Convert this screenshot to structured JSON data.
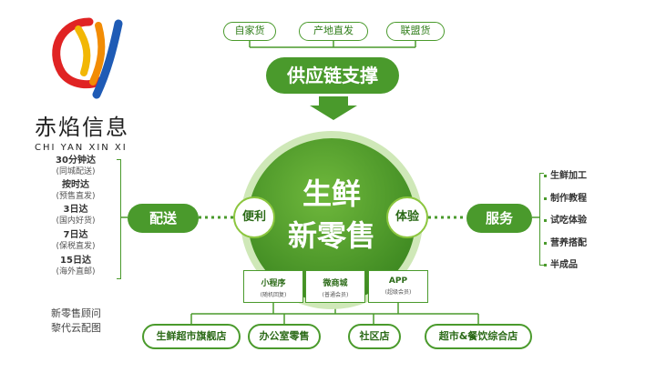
{
  "logo": {
    "cn": "赤焰信息",
    "en": "CHI YAN XIN XI"
  },
  "top_sources": [
    "自家货",
    "产地直发",
    "联盟货"
  ],
  "supply": "供应链支撑",
  "center": {
    "line1": "生鲜",
    "line2": "新零售"
  },
  "side_left_circle": "便利",
  "side_right_circle": "体验",
  "left_main": "配送",
  "right_main": "服务",
  "delivery": [
    {
      "title": "30分钟达",
      "desc": "(同城配送)"
    },
    {
      "title": "按时达",
      "desc": "(预售直发)"
    },
    {
      "title": "3日达",
      "desc": "(国内好货)"
    },
    {
      "title": "7日达",
      "desc": "(保税直发)"
    },
    {
      "title": "15日达",
      "desc": "(海外直邮)"
    }
  ],
  "services": [
    "生鲜加工",
    "制作教程",
    "试吃体验",
    "营养搭配",
    "半成品"
  ],
  "channels": [
    {
      "name": "小程序",
      "sub": "(随机回复)"
    },
    {
      "name": "微商城",
      "sub": "(普通会员)"
    },
    {
      "name": "APP",
      "sub": "(超级会员)"
    }
  ],
  "locations": [
    "生鲜超市旗舰店",
    "办公室零售",
    "社区店",
    "超市&餐饮综合店"
  ],
  "caption": {
    "line1": "新零售顾问",
    "line2": "黎代云配图"
  },
  "colors": {
    "green": "#4a9a2c",
    "dark_green": "#2b6a17",
    "light_green": "#8cc63f"
  }
}
